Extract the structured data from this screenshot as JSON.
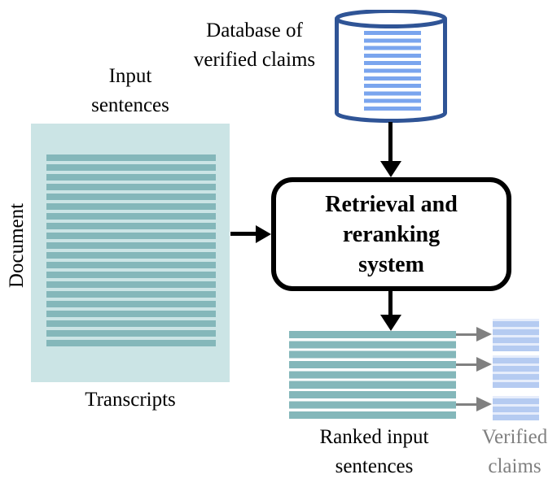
{
  "labels": {
    "database": [
      "Database of",
      "verified claims"
    ],
    "input": [
      "Input",
      "sentences"
    ],
    "document": "Document",
    "transcripts": "Transcripts",
    "system": [
      "Retrieval and",
      "reranking",
      "system"
    ],
    "ranked": [
      "Ranked input",
      "sentences"
    ],
    "verified": [
      "Verified",
      "claims"
    ]
  },
  "colors": {
    "doc_bg": "#cbe4e5",
    "doc_stripe": "#84b7ba",
    "db_border": "#2f5496",
    "db_stripe": "#7aa5ee",
    "claim_stripe": "#b5cbf1",
    "claim_bg": "#e6edfb",
    "gray": "#808080",
    "black": "#000000"
  }
}
